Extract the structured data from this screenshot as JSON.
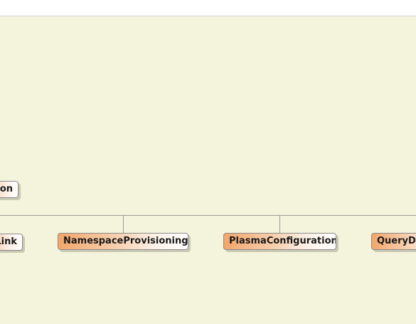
{
  "nodes": {
    "parent": "on",
    "left": "Link",
    "namespace": "NamespaceProvisioning",
    "plasma": "PlasmaConfiguration",
    "query": "QueryDS"
  }
}
